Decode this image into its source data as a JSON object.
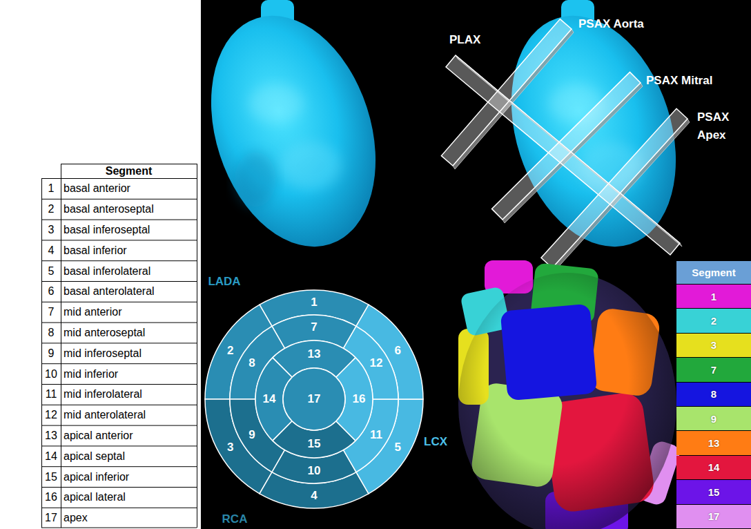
{
  "diagram": {
    "labels": [
      "Segment",
      "1",
      "basal anterior",
      "2",
      "basal anteroseptal",
      "3",
      "basal inferoseptal",
      "4",
      "basal inferior",
      "5",
      "basal inferolateral",
      "6",
      "basal anterolateral",
      "7",
      "mid anterior",
      "8",
      "mid anteroseptal",
      "9",
      "mid inferoseptal",
      "10",
      "mid inferior",
      "11",
      "mid inferolateral",
      "12",
      "mid anterolateral",
      "13",
      "apical anterior",
      "14",
      "apical septal",
      "15",
      "apical inferior",
      "16",
      "apical lateral",
      "17",
      "apex",
      "PLAX",
      "PSAX Aorta",
      "PSAX Mitral",
      "PSAX Apex",
      "LADA",
      "LCX",
      "RCA",
      "1",
      "2",
      "3",
      "4",
      "5",
      "6",
      "7",
      "8",
      "9",
      "10",
      "11",
      "12",
      "13",
      "14",
      "15",
      "16",
      "17",
      "Segment"
    ],
    "legend": [
      {
        "text": "1",
        "color": "#e21ad8"
      },
      {
        "text": "2",
        "color": "#38d2d6"
      },
      {
        "text": "3",
        "color": "#e6e01e"
      },
      {
        "text": "7",
        "color": "#22a83c"
      },
      {
        "text": "8",
        "color": "#1515e0"
      },
      {
        "text": "9",
        "color": "#a8e46c"
      },
      {
        "text": "13",
        "color": "#ff7c14"
      },
      {
        "text": "14",
        "color": "#e3163e"
      },
      {
        "text": "15",
        "color": "#6c14e8"
      },
      {
        "text": "17",
        "color": "#e08ff0"
      }
    ]
  }
}
